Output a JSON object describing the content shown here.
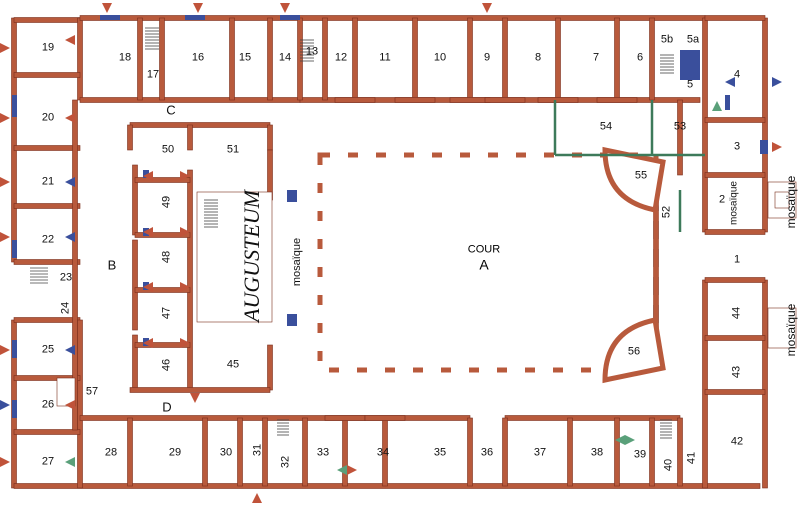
{
  "rooms": [
    {
      "n": "19"
    },
    {
      "n": "20"
    },
    {
      "n": "21"
    },
    {
      "n": "22"
    },
    {
      "n": "23"
    },
    {
      "n": "24"
    },
    {
      "n": "25"
    },
    {
      "n": "26"
    },
    {
      "n": "57"
    },
    {
      "n": "27"
    },
    {
      "n": "18"
    },
    {
      "n": "17"
    },
    {
      "n": "16"
    },
    {
      "n": "15"
    },
    {
      "n": "14"
    },
    {
      "n": "13"
    },
    {
      "n": "12"
    },
    {
      "n": "11"
    },
    {
      "n": "10"
    },
    {
      "n": "9"
    },
    {
      "n": "8"
    },
    {
      "n": "7"
    },
    {
      "n": "6"
    },
    {
      "n": "5b"
    },
    {
      "n": "5a"
    },
    {
      "n": "5"
    },
    {
      "n": "4"
    },
    {
      "n": "3"
    },
    {
      "n": "2"
    },
    {
      "n": "1"
    },
    {
      "n": "54"
    },
    {
      "n": "53"
    },
    {
      "n": "55"
    },
    {
      "n": "52"
    },
    {
      "n": "50"
    },
    {
      "n": "51"
    },
    {
      "n": "49"
    },
    {
      "n": "48"
    },
    {
      "n": "47"
    },
    {
      "n": "46"
    },
    {
      "n": "45"
    },
    {
      "n": "44"
    },
    {
      "n": "43"
    },
    {
      "n": "42"
    },
    {
      "n": "41"
    },
    {
      "n": "40"
    },
    {
      "n": "39"
    },
    {
      "n": "38"
    },
    {
      "n": "37"
    },
    {
      "n": "36"
    },
    {
      "n": "35"
    },
    {
      "n": "34"
    },
    {
      "n": "33"
    },
    {
      "n": "32"
    },
    {
      "n": "31"
    },
    {
      "n": "30"
    },
    {
      "n": "29"
    },
    {
      "n": "28"
    },
    {
      "n": "56"
    }
  ],
  "corridors": [
    "B",
    "C",
    "D"
  ],
  "courtyard": {
    "word": "COUR",
    "letter": "A"
  },
  "augusteum": "AUGUSTEUM",
  "mosaic": "mosaïque",
  "mosaic_small": "mosaïque",
  "colors": {
    "wall": "#b85a3c",
    "wall_dark": "#7a2e1c",
    "window_blue": "#3a4f9c",
    "door_green": "#3d7a5a",
    "marker_red": "#c0533a",
    "marker_blue": "#3a4f9c",
    "marker_green": "#5aa07a"
  }
}
